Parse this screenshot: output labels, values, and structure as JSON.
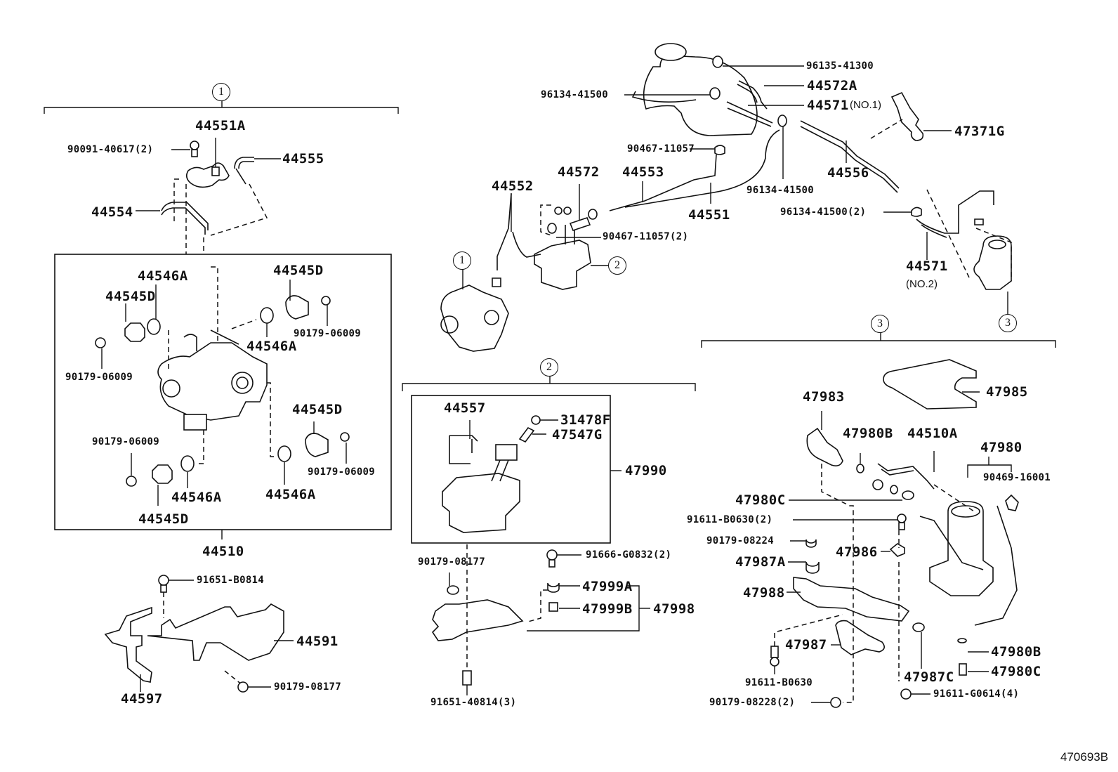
{
  "diagram": {
    "figure_id": "470693B",
    "group_markers": [
      "1",
      "2",
      "3"
    ],
    "groups": {
      "group_1": {
        "marker": "1",
        "labels": {
          "p44551A": "44551A",
          "p90091": "90091-40617(2)",
          "p44555": "44555",
          "p44554": "44554",
          "p44546A_tl": "44546A",
          "p44545D_tl": "44545D",
          "p44545D_tr": "44545D",
          "p90179_tr": "90179-06009",
          "p44546A_tr": "44546A",
          "p90179_l": "90179-06009",
          "p90179_bl": "90179-06009",
          "p44545D_br": "44545D",
          "p90179_br": "90179-06009",
          "p44546A_bl": "44546A",
          "p44546A_br": "44546A",
          "p44545D_bl": "44545D",
          "p44510": "44510",
          "p91651B": "91651-B0814",
          "p44591": "44591",
          "p44597": "44597",
          "p90179_08177": "90179-08177"
        }
      },
      "group_top": {
        "labels": {
          "p96135": "96135-41300",
          "p44572A": "44572A",
          "p96134_l": "96134-41500",
          "p44571_no1": "44571",
          "no1": "(NO.1)",
          "p47371G": "47371G",
          "p90467": "90467-11057",
          "p44556": "44556",
          "p44572": "44572",
          "p44553": "44553",
          "p44552": "44552",
          "p96134_c": "96134-41500",
          "p44551": "44551",
          "p96134_2": "96134-41500(2)",
          "p90467_2": "90467-11057(2)",
          "p44571_no2": "44571",
          "no2": "(NO.2)"
        }
      },
      "group_2": {
        "marker": "2",
        "labels": {
          "p44557": "44557",
          "p31478F": "31478F",
          "p47547G": "47547G",
          "p47990": "47990",
          "p90179_08177": "90179-08177",
          "p91666": "91666-G0832(2)",
          "p47999A": "47999A",
          "p47999B": "47999B",
          "p47998": "47998",
          "p91651_40814": "91651-40814(3)"
        }
      },
      "group_3": {
        "marker": "3",
        "labels": {
          "p47985": "47985",
          "p47983": "47983",
          "p47980B_t": "47980B",
          "p44510A": "44510A",
          "p47980": "47980",
          "p90469": "90469-16001",
          "p47980C_t": "47980C",
          "p91611_B0630_2": "91611-B0630(2)",
          "p90179_08224": "90179-08224",
          "p47986": "47986",
          "p47987A": "47987A",
          "p47988": "47988",
          "p47987": "47987",
          "p47980B_b": "47980B",
          "p47987C": "47987C",
          "p47980C_b": "47980C",
          "p91611_B0630": "91611-B0630",
          "p90179_08228": "90179-08228(2)",
          "p91611_G0614": "91611-G0614(4)"
        }
      }
    }
  }
}
